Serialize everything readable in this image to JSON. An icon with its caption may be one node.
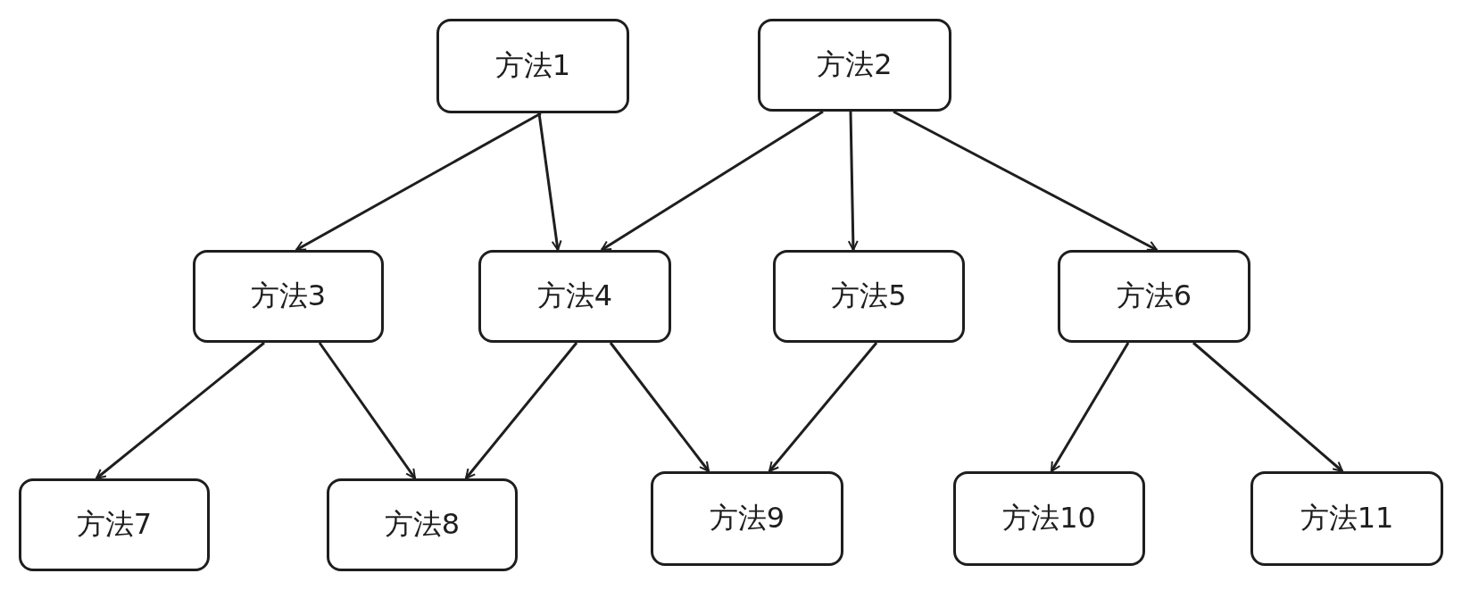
{
  "diagram": {
    "nodes": [
      {
        "text": [
          "方法1"
        ]
      },
      {
        "text": [
          "方法2"
        ]
      },
      {
        "text": [
          "方法3"
        ]
      },
      {
        "text": [
          "方法4"
        ]
      },
      {
        "text": [
          "方法5"
        ]
      },
      {
        "text": [
          "方法6"
        ]
      },
      {
        "text": [
          "方法7"
        ]
      },
      {
        "text": [
          "方法8"
        ]
      },
      {
        "text": [
          "方法9"
        ]
      },
      {
        "text": [
          "方法10"
        ]
      },
      {
        "text": [
          "方法11"
        ]
      }
    ],
    "edges": [
      {
        "from": 0,
        "to": 2,
        "arrow": "to"
      },
      {
        "from": 0,
        "to": 3,
        "arrow": "to"
      },
      {
        "from": 1,
        "to": 3,
        "arrow": "to"
      },
      {
        "from": 1,
        "to": 4,
        "arrow": "to"
      },
      {
        "from": 1,
        "to": 5,
        "arrow": "to"
      },
      {
        "from": 2,
        "to": 6,
        "arrow": "to"
      },
      {
        "from": 2,
        "to": 7,
        "arrow": "to"
      },
      {
        "from": 3,
        "to": 7,
        "arrow": "to"
      },
      {
        "from": 3,
        "to": 8,
        "arrow": "to"
      },
      {
        "from": 4,
        "to": 8,
        "arrow": "to"
      },
      {
        "from": 5,
        "to": 9,
        "arrow": "to"
      },
      {
        "from": 5,
        "to": 10,
        "arrow": "to"
      }
    ]
  }
}
